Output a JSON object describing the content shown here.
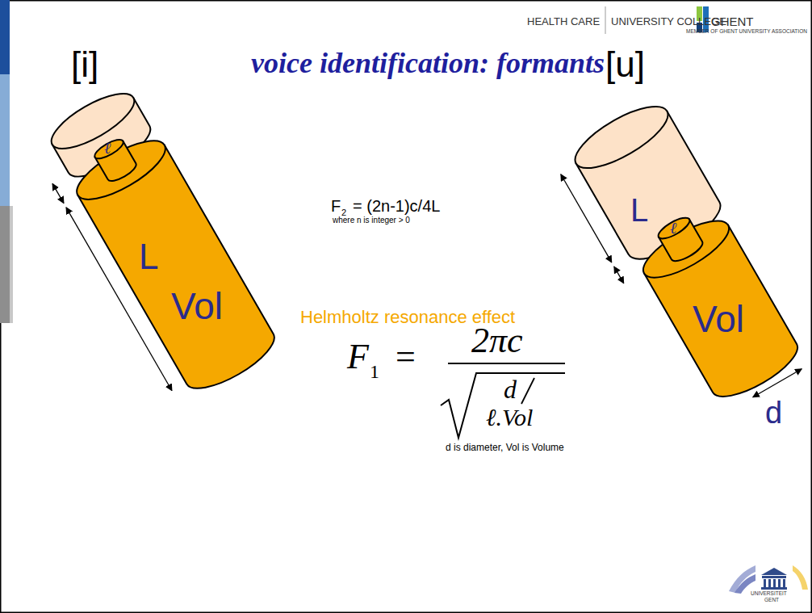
{
  "diagram": {
    "title": "voice identification: formants",
    "labels": [
      "HEALTH CARE",
      "UNIVERSITY COLLEGE",
      "GHENT",
      "MEMBER OF GHENT UNIVERSITY ASSOCIATION",
      "[i]",
      "ℓ",
      "L",
      "Vol",
      "F",
      "2",
      "= (2n-1)c/4L",
      "where n is integer > 0",
      "Helmholtz resonance effect",
      "F",
      "1",
      "=",
      "2πc",
      "d",
      "ℓ.Vol",
      "d is diameter, Vol is Volume",
      "[u]",
      "L",
      "ℓ",
      "Vol",
      "d",
      "UNIVERSITEIT",
      "GENT"
    ]
  }
}
